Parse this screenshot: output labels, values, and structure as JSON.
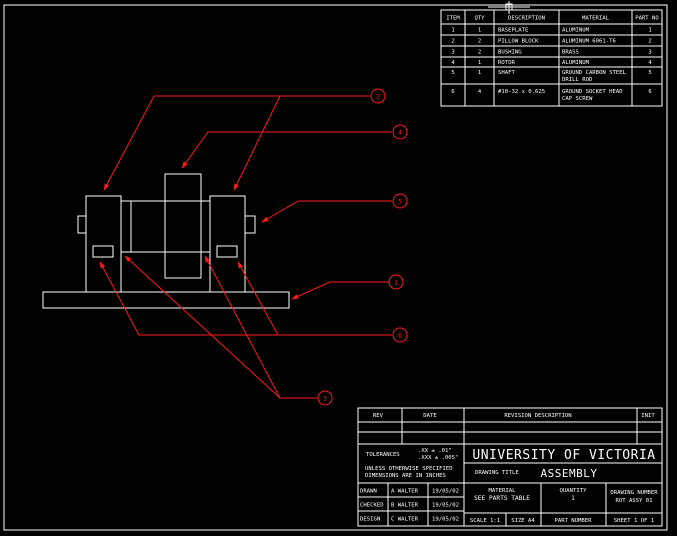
{
  "bom": {
    "headers": [
      "ITEM",
      "QTY",
      "DESCRIPTION",
      "MATERIAL",
      "PART NO"
    ],
    "rows": [
      {
        "item": "1",
        "qty": "1",
        "description": "BASEPLATE",
        "material": [
          "ALUMINUM"
        ],
        "part_no": "1"
      },
      {
        "item": "2",
        "qty": "2",
        "description": "PILLOW BLOCK",
        "material": [
          "ALUMINUM 6061-T6"
        ],
        "part_no": "2"
      },
      {
        "item": "3",
        "qty": "2",
        "description": "BUSHING",
        "material": [
          "BRASS"
        ],
        "part_no": "3"
      },
      {
        "item": "4",
        "qty": "1",
        "description": "ROTOR",
        "material": [
          "ALUMINUM"
        ],
        "part_no": "4"
      },
      {
        "item": "5",
        "qty": "1",
        "description": "SHAFT",
        "material": [
          "GROUND CARBON STEEL",
          "DRILL ROD"
        ],
        "part_no": "5"
      },
      {
        "item": "6",
        "qty": "4",
        "description": "#10-32 x 0.625",
        "material": [
          "GROUND SOCKET HEAD",
          "CAP SCREW"
        ],
        "part_no": "6"
      }
    ]
  },
  "balloons": [
    "1",
    "2",
    "3",
    "4",
    "5",
    "6"
  ],
  "title_block": {
    "rev_headers": [
      "REV",
      "DATE",
      "REVISION DESCRIPTION",
      "INIT"
    ],
    "tolerances_label": "TOLERANCES",
    "tolerance_1": ".XX ± .01\"",
    "tolerance_2": ".XXX ± .005\"",
    "unless_1": "UNLESS OTHERWISE SPECIFIED",
    "unless_2": "DIMENSIONS ARE IN INCHES",
    "university": "UNIVERSITY OF VICTORIA",
    "drawing_title_label": "DRAWING TITLE",
    "drawing_title": "ASSEMBLY",
    "sign_rows": [
      {
        "role": "DRAWN",
        "name": "A WALTER",
        "date": "19/05/02"
      },
      {
        "role": "CHECKED",
        "name": "B WALTER",
        "date": "19/05/02"
      },
      {
        "role": "DESIGN",
        "name": "C WALTER",
        "date": "19/05/02"
      }
    ],
    "material_label": "MATERIAL",
    "material_value": "SEE PARTS TABLE",
    "quantity_label": "QUANTITY",
    "quantity_value": "1",
    "drawing_number_label": "DRAWING NUMBER",
    "drawing_number_value": "ROT ASSY 01",
    "scale": "SCALE 1:1",
    "size": "SIZE A4",
    "part_number_label": "PART NUMBER",
    "sheet": "SHEET 1 OF 1"
  },
  "colors": {
    "background": "#000000",
    "lines": "#ffffff",
    "leaders": "#ff1a1a"
  }
}
